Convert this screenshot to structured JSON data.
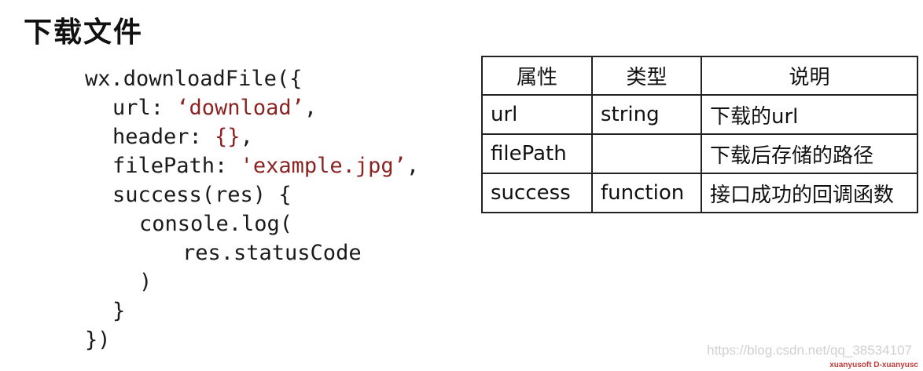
{
  "title": "下载文件",
  "code": {
    "line1": "wx.downloadFile({",
    "line2_key": "url: ",
    "line2_value": "‘download’",
    "line2_tail": ",",
    "line3_key": "header: ",
    "line3_value": "{}",
    "line3_tail": ",",
    "line4_key": "filePath: ",
    "line4_value": "'example.jpg’",
    "line4_tail": ",",
    "line5": "success(res) {",
    "line6": "console.log(",
    "line7": "res.statusCode",
    "line8": ")",
    "line9": "}",
    "line10": "})"
  },
  "table": {
    "headers": [
      "属性",
      "类型",
      "说明"
    ],
    "rows": [
      [
        "url",
        "string",
        "下载的url"
      ],
      [
        "filePath",
        "",
        "下载后存储的路径"
      ],
      [
        "success",
        "function",
        "接口成功的回调函数"
      ]
    ]
  },
  "watermark": {
    "url": "https://blog.csdn.net/qq_38534107",
    "small": "xuanyusoft D-xuanyusc"
  }
}
